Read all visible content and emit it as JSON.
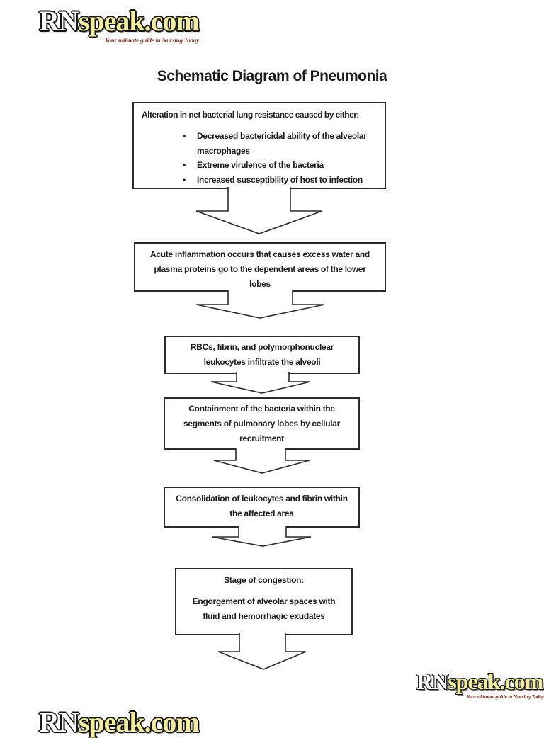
{
  "branding": {
    "top_logo": {
      "prefix": "RN",
      "suffix": "speak.com",
      "tagline": "Your ultimate guide in Nursing Today"
    },
    "bottom_logo": {
      "prefix": "RN",
      "suffix": "speak.com",
      "tagline": "Your ultimate guide in Nursing Today"
    },
    "next_page_logo": {
      "prefix": "RN",
      "suffix": "speak.com"
    }
  },
  "document": {
    "title": "Schematic Diagram of Pneumonia"
  },
  "flowchart": {
    "box1": {
      "heading": "Alteration in net bacterial lung resistance caused by either:",
      "bullets": [
        [
          "Decreased bactericidal ability of the alveolar",
          "macrophages"
        ],
        [
          "Extreme virulence of the bacteria"
        ],
        [
          "Increased susceptibility of host to infection"
        ]
      ]
    },
    "box2": {
      "lines": [
        "Acute inflammation occurs that causes excess water and",
        "plasma proteins go to the dependent areas of the lower",
        "lobes"
      ]
    },
    "box3": {
      "lines": [
        "RBCs, fibrin, and polymorphonuclear",
        "leukocytes infiltrate the alveoli"
      ]
    },
    "box4": {
      "lines": [
        "Containment of the bacteria within the",
        "segments of pulmonary lobes by cellular",
        "recruitment"
      ]
    },
    "box5": {
      "lines": [
        "Consolidation of leukocytes and fibrin within",
        "the affected area"
      ]
    },
    "box6": {
      "heading": "Stage of congestion:",
      "lines": [
        "Engorgement of alveolar spaces with",
        "fluid and hemorrhagic exudates"
      ]
    }
  },
  "colors": {
    "logo_yellow": "#f2eda0",
    "logo_outline": "#141414",
    "tagline_red": "#7b3226",
    "ink": "#1c1c1c",
    "box_border": "#2b2b2b",
    "page_background": "#ffffff"
  }
}
